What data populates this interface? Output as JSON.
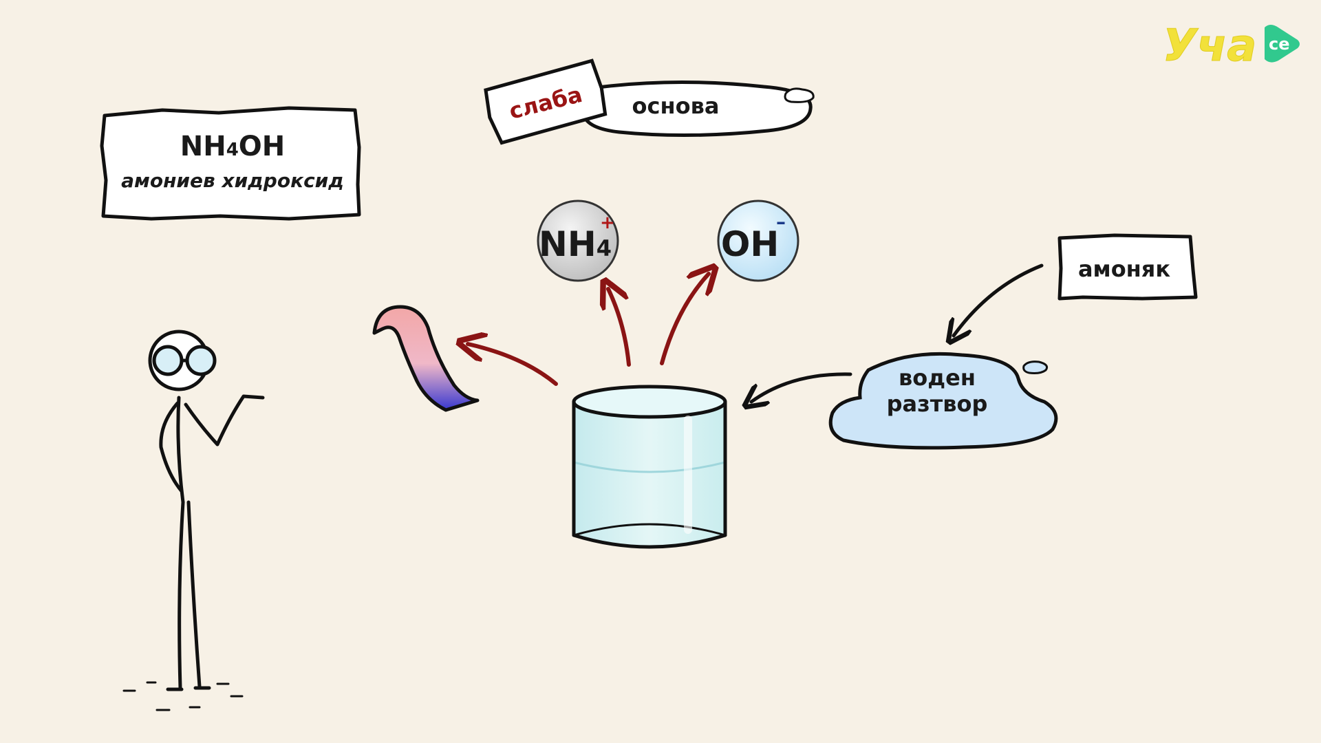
{
  "logo": {
    "text": "Уча",
    "badge": "се"
  },
  "formula_card": {
    "formula_main": "NH",
    "formula_sub": "4",
    "formula_tail": "OH",
    "name": "амониев хидроксид"
  },
  "weak_base": {
    "weak_label": "слаба",
    "base_label": "основа"
  },
  "ions": {
    "cation_main": "NH",
    "cation_sub": "4",
    "cation_charge": "+",
    "anion_main": "OH",
    "anion_charge": "–"
  },
  "ammonia_label": "амоняк",
  "solution_label": {
    "line1": "воден",
    "line2": "разтвор"
  },
  "colors": {
    "background": "#f7f1e6",
    "arrow_red": "#8a1414",
    "cation_bubble": "#d9d9d9",
    "anion_bubble": "#d6ecfa",
    "solution_cloud": "#cde5f8",
    "logo_yellow": "#f2e13a",
    "logo_green": "#31c98e",
    "litmus_red": "#f0a8a8",
    "litmus_blue": "#3c3ccf"
  }
}
